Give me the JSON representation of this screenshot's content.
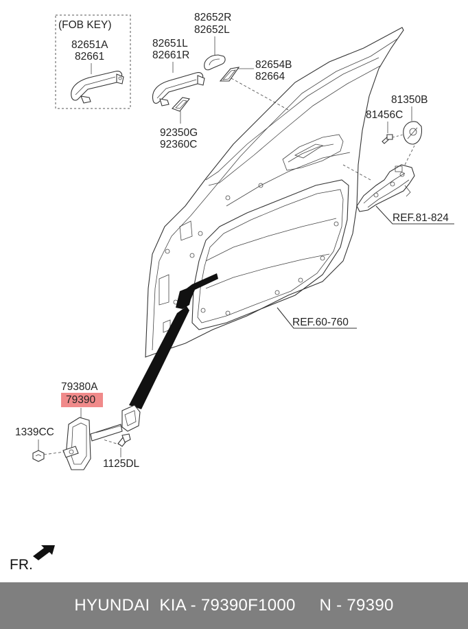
{
  "labels": {
    "fob_key": "(FOB KEY)",
    "p82651a": "82651A",
    "p82661": "82661",
    "p82652r": "82652R",
    "p82652l": "82652L",
    "p82651l": "82651L",
    "p82661r": "82661R",
    "p82654b": "82654B",
    "p82664": "82664",
    "p92350g": "92350G",
    "p92360c": "92360C",
    "p81350b": "81350B",
    "p81456c": "81456C",
    "ref81": "REF.81-824",
    "ref60": "REF.60-760",
    "p79380a": "79380A",
    "p79390": "79390",
    "p1339cc": "1339CC",
    "p1125dl": "1125DL",
    "fr": "FR."
  },
  "footer": {
    "text": "HYUNDAI  KIA - 79390F1000     N - 79390"
  },
  "colors": {
    "highlight": "#f08a8a",
    "footer_bg": "#7f7f7f"
  }
}
